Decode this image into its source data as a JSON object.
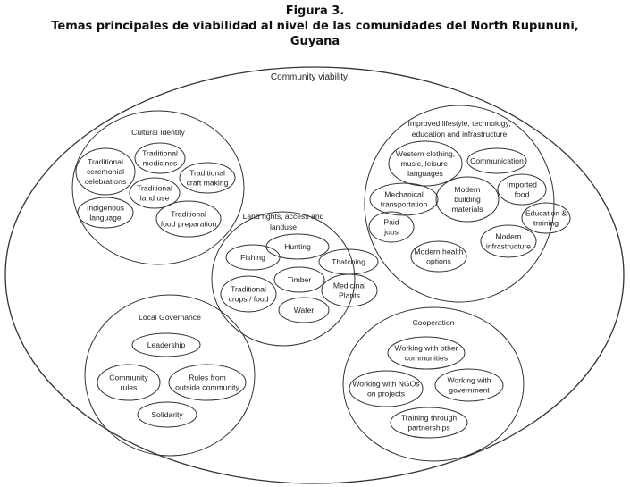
{
  "figure": {
    "label": "Figura 3.",
    "title_lines": [
      "Temas principales de viabilidad al nivel de las comunidades del North Rupununi,",
      "Guyana"
    ]
  },
  "diagram": {
    "root": "Community viability",
    "groups": [
      {
        "title": [
          "Cultural Identity"
        ],
        "items": [
          [
            "Traditional",
            "ceremonial",
            "celebrations"
          ],
          [
            "Traditional",
            "medicines"
          ],
          [
            "Traditional",
            "craft making"
          ],
          [
            "Traditional",
            "land use"
          ],
          [
            "Indigenous",
            "language"
          ],
          [
            "Traditional",
            "food preparation"
          ]
        ]
      },
      {
        "title": [
          "Improved lifestyle, technology,",
          "education and infrastructure"
        ],
        "items": [
          [
            "Western clothing,",
            "music, leisure,",
            "languages"
          ],
          [
            "Communication"
          ],
          [
            "Imported",
            "food"
          ],
          [
            "Mechanical",
            "transportation"
          ],
          [
            "Modern",
            "building",
            "materials"
          ],
          [
            "Education &",
            "training"
          ],
          [
            "Paid",
            "jobs"
          ],
          [
            "Modern",
            "infrastructure"
          ],
          [
            "Modern health",
            "options"
          ]
        ]
      },
      {
        "title": [
          "Land rights, access and",
          "landuse"
        ],
        "items": [
          [
            "Hunting"
          ],
          [
            "Fishing"
          ],
          [
            "Thatching"
          ],
          [
            "Timber"
          ],
          [
            "Traditional",
            "crops / food"
          ],
          [
            "Medicinal",
            "Plants"
          ],
          [
            "Water"
          ]
        ]
      },
      {
        "title": [
          "Local Governance"
        ],
        "items": [
          [
            "Leadership"
          ],
          [
            "Community",
            "rules"
          ],
          [
            "Rules from",
            "outside community"
          ],
          [
            "Solidarity"
          ]
        ]
      },
      {
        "title": [
          "Cooperation"
        ],
        "items": [
          [
            "Working with other",
            "communities"
          ],
          [
            "Working with NGOs",
            "on projects"
          ],
          [
            "Working with",
            "government"
          ],
          [
            "Training through",
            "partnerships"
          ]
        ]
      }
    ]
  }
}
